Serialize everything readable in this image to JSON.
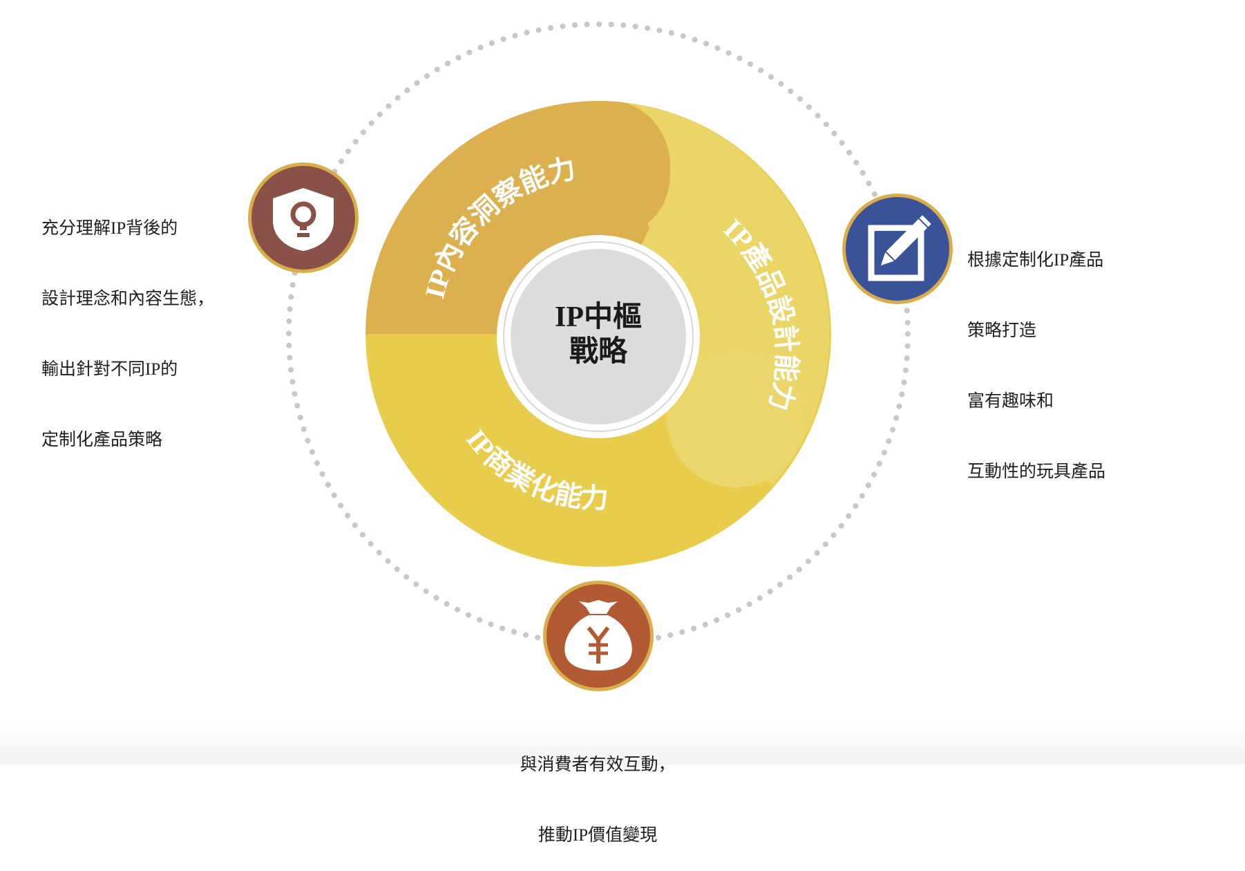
{
  "center": {
    "title_line1": "IP中樞",
    "title_line2": "戰略"
  },
  "segments": [
    {
      "id": "insight",
      "label": "IP內容洞察能力",
      "color": "#DCB04E"
    },
    {
      "id": "design",
      "label": "IP產品設計能力",
      "color": "#EAD566"
    },
    {
      "id": "commercial",
      "label": "IP商業化能力",
      "color": "#E8CC4C"
    }
  ],
  "nodes": [
    {
      "id": "left",
      "icon": "shield-lightbulb-icon",
      "color": "#8A5149",
      "border": "#D9AE4A",
      "caption": [
        "充分理解IP背後的",
        "設計理念和內容生態，",
        "輸出針對不同IP的",
        "定制化產品策略"
      ]
    },
    {
      "id": "right",
      "icon": "edit-pencil-icon",
      "color": "#3A5297",
      "border": "#D9AE4A",
      "caption": [
        "根據定制化IP產品",
        "策略打造",
        "富有趣味和",
        "互動性的玩具產品"
      ]
    },
    {
      "id": "bottom",
      "icon": "money-bag-yen-icon",
      "color": "#B25A33",
      "border": "#D9AE4A",
      "caption": [
        "與消費者有效互動，",
        "推動IP價值變現"
      ]
    }
  ],
  "colors": {
    "dotted_ring": "#C8C8C8",
    "center_fill": "#DCDCDC",
    "center_ring": "#FFFFFF"
  }
}
